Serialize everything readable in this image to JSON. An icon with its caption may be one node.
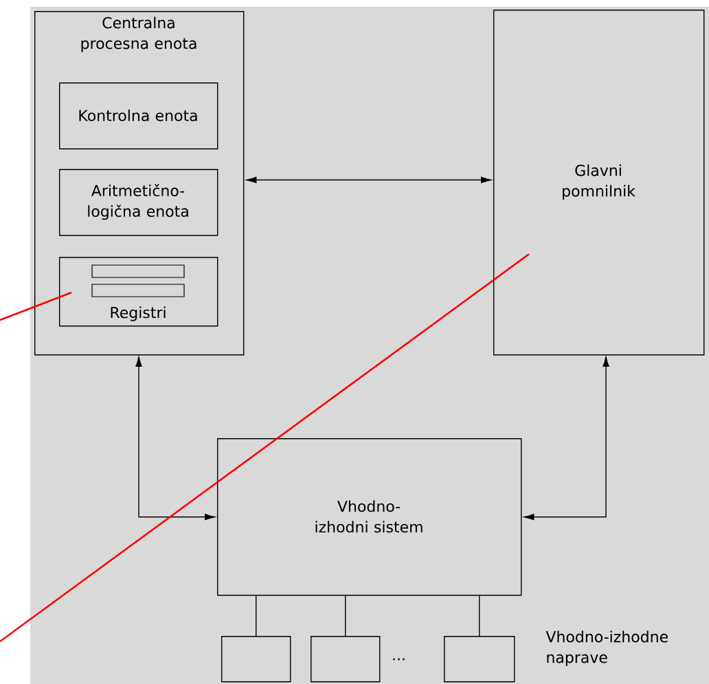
{
  "diagram": {
    "nodes": [
      {
        "text": [
          "Centralna procesna enota"
        ]
      },
      {
        "text": [
          "Kontrolna enota"
        ],
        "in": 0
      },
      {
        "text": [
          "Aritmetično-logična enota"
        ],
        "in": 0
      },
      {
        "text": [
          "Registri"
        ],
        "in": 0
      },
      {
        "text": [
          "Glavni pomnilnik"
        ]
      },
      {
        "text": [
          "Vhodno-izhodni sistem"
        ]
      },
      {
        "text": [],
        "shape": "box"
      },
      {
        "text": [],
        "shape": "box"
      },
      {
        "text": [],
        "shape": "box"
      }
    ],
    "edges": [
      {
        "from": 0,
        "to": 4,
        "arrow": "both"
      },
      {
        "from": 0,
        "to": 5,
        "arrow": "both"
      },
      {
        "from": 4,
        "to": 5,
        "arrow": "both"
      },
      {
        "from": 5,
        "to": 6,
        "arrow": "none"
      },
      {
        "from": 5,
        "to": 7,
        "arrow": "none"
      },
      {
        "from": 5,
        "to": 8,
        "arrow": "none"
      },
      {
        "from": null,
        "to": 3,
        "arrow": "none",
        "color": "#ff0000"
      },
      {
        "from": null,
        "to": 4,
        "arrow": "none",
        "color": "#ff0000"
      }
    ],
    "labels": [
      "...",
      "Vhodno-izhodne naprave"
    ]
  }
}
